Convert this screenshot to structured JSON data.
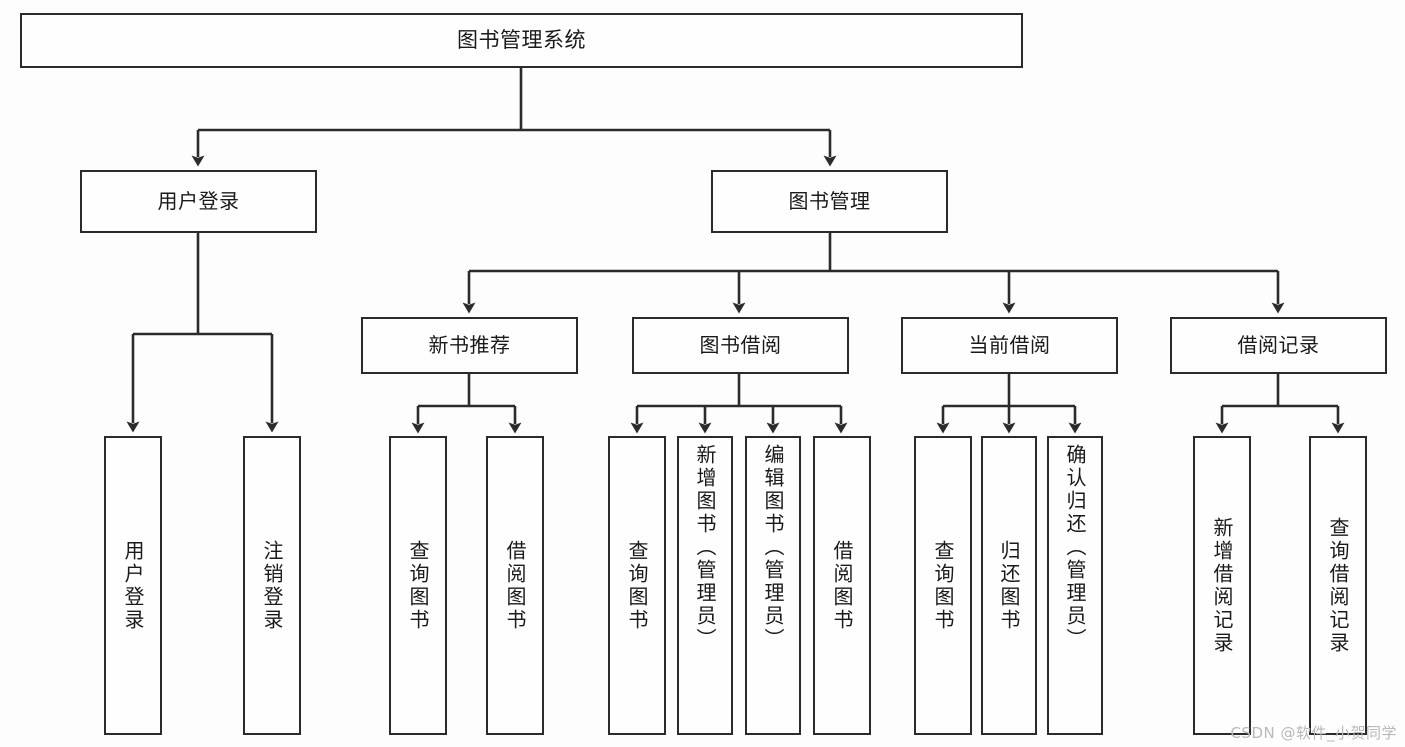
{
  "diagram": {
    "title": "图书管理系统",
    "watermark": "CSDN @软件_小贺同学",
    "colors": {
      "border": "#2b2b2b",
      "fill": "#fefefe",
      "background": "#fdfdfd",
      "text": "#1a1a1a",
      "watermark": "#b9b9b9"
    },
    "root": {
      "label": "图书管理系统"
    },
    "level2": [
      {
        "label": "用户登录"
      },
      {
        "label": "图书管理"
      }
    ],
    "level3": [
      {
        "label": "新书推荐"
      },
      {
        "label": "图书借阅"
      },
      {
        "label": "当前借阅"
      },
      {
        "label": "借阅记录"
      }
    ],
    "leaves": [
      {
        "label": "用户登录",
        "parent": "用户登录"
      },
      {
        "label": "注销登录",
        "parent": "用户登录"
      },
      {
        "label": "查询图书",
        "parent": "新书推荐"
      },
      {
        "label": "借阅图书",
        "parent": "新书推荐"
      },
      {
        "label": "查询图书",
        "parent": "图书借阅"
      },
      {
        "label": "新增图书（管理员）",
        "parent": "图书借阅"
      },
      {
        "label": "编辑图书（管理员）",
        "parent": "图书借阅"
      },
      {
        "label": "借阅图书",
        "parent": "图书借阅"
      },
      {
        "label": "查询图书",
        "parent": "当前借阅"
      },
      {
        "label": "归还图书",
        "parent": "当前借阅"
      },
      {
        "label": "确认归还（管理员）",
        "parent": "当前借阅"
      },
      {
        "label": "新增借阅记录",
        "parent": "借阅记录"
      },
      {
        "label": "查询借阅记录",
        "parent": "借阅记录"
      }
    ]
  }
}
